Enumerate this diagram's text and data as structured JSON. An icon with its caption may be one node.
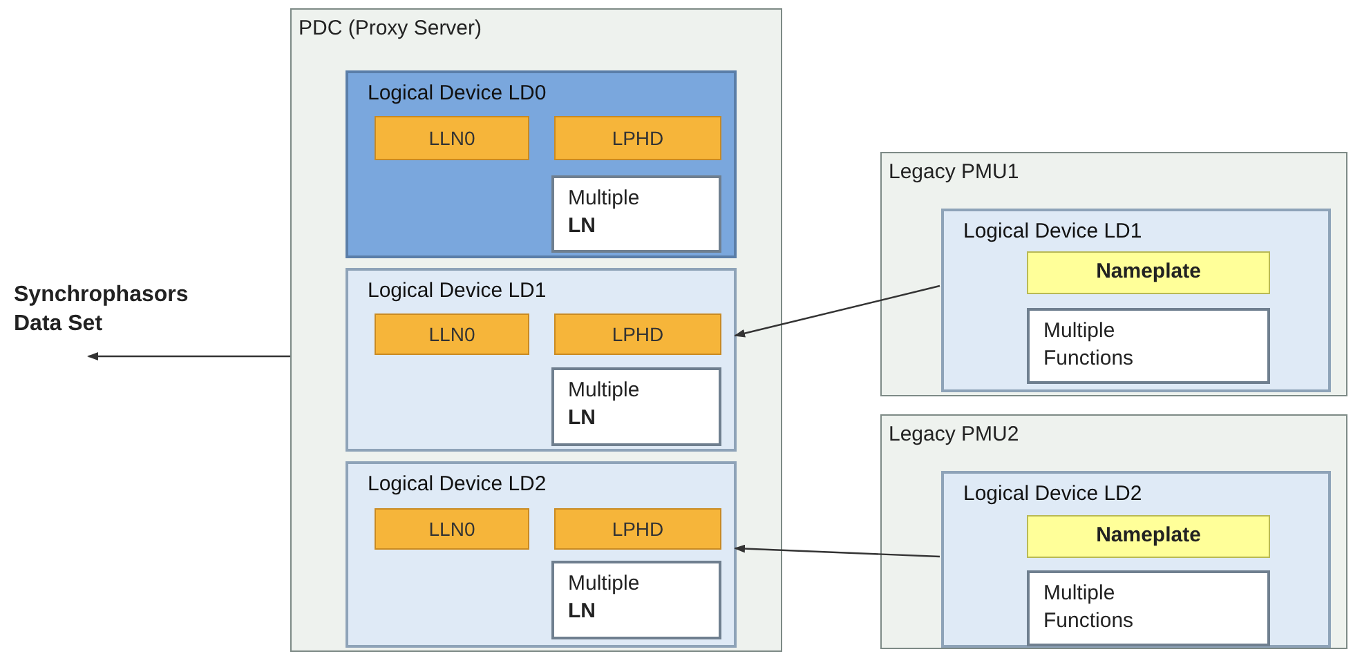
{
  "diagram": {
    "nodes": [
      {
        "text": [
          "PDC (Proxy Server)"
        ]
      },
      {
        "text": [
          "Logical Device LD0"
        ],
        "in": 0
      },
      {
        "text": [
          "LLN0"
        ],
        "in": 1
      },
      {
        "text": [
          "LPHD"
        ],
        "in": 1
      },
      {
        "text": [
          "Multiple **LN**"
        ],
        "in": 1
      },
      {
        "text": [
          "Logical Device LD1"
        ],
        "in": 0
      },
      {
        "text": [
          "LLN0"
        ],
        "in": 5
      },
      {
        "text": [
          "LPHD"
        ],
        "in": 5
      },
      {
        "text": [
          "Multiple **LN**"
        ],
        "in": 5
      },
      {
        "text": [
          "Logical Device LD2"
        ],
        "in": 0
      },
      {
        "text": [
          "LLN0"
        ],
        "in": 9
      },
      {
        "text": [
          "LPHD"
        ],
        "in": 9
      },
      {
        "text": [
          "Multiple **LN**"
        ],
        "in": 9
      },
      {
        "text": [
          "Synchrophasors Data Set"
        ]
      },
      {
        "text": [
          "Legacy PMU1"
        ]
      },
      {
        "text": [
          "Logical Device LD1"
        ],
        "in": 14
      },
      {
        "text": [
          "Nameplate"
        ],
        "in": 15
      },
      {
        "text": [
          "Multiple Functions"
        ],
        "in": 15
      },
      {
        "text": [
          "Legacy PMU2"
        ]
      },
      {
        "text": [
          "Logical Device LD2"
        ],
        "in": 18
      },
      {
        "text": [
          "Nameplate"
        ],
        "in": 19
      },
      {
        "text": [
          "Multiple Functions"
        ],
        "in": 19
      }
    ],
    "edges": [
      {
        "from": 0,
        "to": 13,
        "arrow": "to"
      },
      {
        "from": 15,
        "to": 5,
        "arrow": "to"
      },
      {
        "from": 19,
        "to": 9,
        "arrow": "to"
      }
    ]
  }
}
